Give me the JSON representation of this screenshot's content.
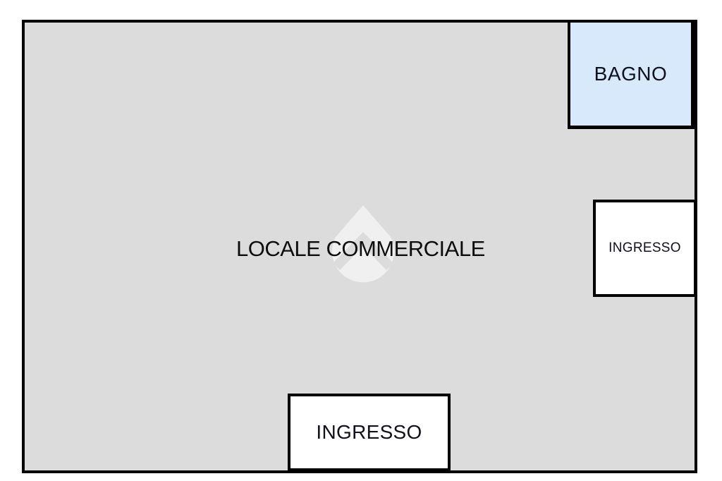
{
  "floorplan": {
    "kind": "real-estate floor plan",
    "main_room_label": "LOCALE COMMERCIALE",
    "rooms": {
      "bagno": {
        "label": "BAGNO",
        "fill": "#d7e9fb"
      },
      "ingresso_right": {
        "label": "INGRESSO",
        "fill": "#ffffff"
      },
      "ingresso_bottom": {
        "label": "INGRESSO",
        "fill": "#ffffff"
      }
    },
    "colors": {
      "floor": "#dcdcdc",
      "walls": "#000000",
      "bagno_fill": "#d7e9fb",
      "watermark_fill": "#f0f0f0",
      "label_text": "#0d0d0d"
    },
    "watermark": {
      "icon": "house-drop-watermark"
    }
  }
}
